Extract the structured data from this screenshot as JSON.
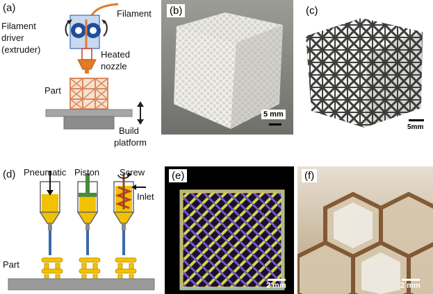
{
  "panels": {
    "a": {
      "letter": "(a)",
      "labels": {
        "filament": "Filament",
        "driver_line1": "Filament",
        "driver_line2": "driver",
        "driver_line3": "(extruder)",
        "nozzle_line1": "Heated",
        "nozzle_line2": "nozzle",
        "part": "Part",
        "build_line1": "Build",
        "build_line2": "platform"
      }
    },
    "b": {
      "letter": "(b)",
      "scale_label": "5 mm"
    },
    "c": {
      "letter": "(c)",
      "scale_label": "5mm"
    },
    "d": {
      "letter": "(d)",
      "labels": {
        "pneumatic": "Pneumatic",
        "piston": "Piston",
        "screw": "Screw",
        "inlet": "Inlet",
        "part": "Part"
      }
    },
    "e": {
      "letter": "(e)",
      "scale_label": "2 mm"
    },
    "f": {
      "letter": "(f)",
      "scale_label": "2 mm"
    }
  },
  "colors": {
    "extruder_blue": "#1f4e9c",
    "filament_orange": "#e07b2a",
    "part_orange": "#d98a5a",
    "platform_gray": "#9a9a9a",
    "material_yellow": "#f2c200",
    "nozzle_blue": "#3b6aa8"
  },
  "icons": [
    "rotation-arrow-icon",
    "double-arrow-icon",
    "nozzle-icon",
    "syringe-icon"
  ]
}
